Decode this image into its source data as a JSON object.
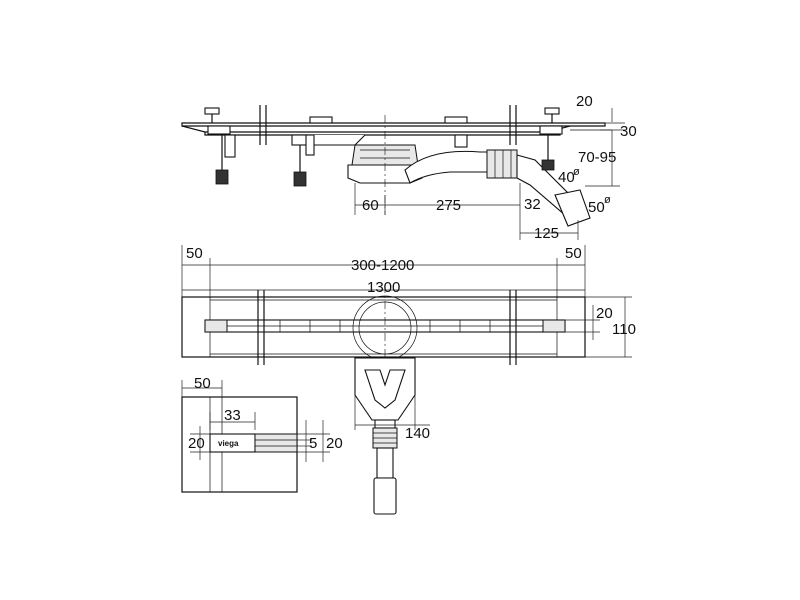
{
  "dimensions": {
    "top_view": {
      "d20": "20",
      "d30": "30",
      "d70_95": "70-95",
      "d40": "40",
      "d32": "32",
      "d50": "50",
      "d60": "60",
      "d275": "275",
      "d125": "125",
      "dia_symbol": "ø"
    },
    "plan_view": {
      "left50": "50",
      "range": "300-1200",
      "right50": "50",
      "total": "1300",
      "d20": "20",
      "d110": "110",
      "d140": "140"
    },
    "detail_view": {
      "d50": "50",
      "d33": "33",
      "d20": "20",
      "d5": "5",
      "d20b": "20",
      "brand": "viega"
    }
  }
}
